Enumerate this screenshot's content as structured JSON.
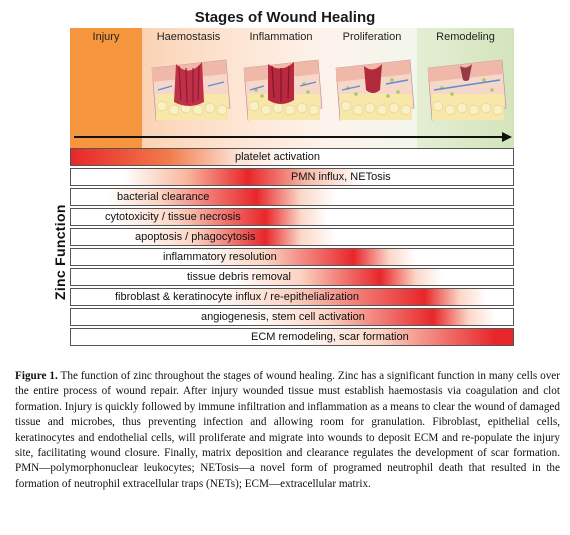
{
  "figure": {
    "title": "Stages of Wound Healing",
    "y_axis_label": "Zinc Function"
  },
  "stages": [
    {
      "label": "Injury"
    },
    {
      "label": "Haemostasis"
    },
    {
      "label": "Inflammation"
    },
    {
      "label": "Proliferation"
    },
    {
      "label": "Remodeling"
    }
  ],
  "functions": [
    {
      "label": "platelet activation"
    },
    {
      "label": "PMN influx, NETosis"
    },
    {
      "label": "bacterial clearance"
    },
    {
      "label": "cytotoxicity / tissue necrosis"
    },
    {
      "label": "apoptosis / phagocytosis"
    },
    {
      "label": "inflammatory resolution"
    },
    {
      "label": "tissue debris removal"
    },
    {
      "label": "fibroblast & keratinocyte influx / re-epithelialization"
    },
    {
      "label": "angiogenesis, stem cell activation"
    },
    {
      "label": "ECM remodeling, scar formation"
    }
  ],
  "colors": {
    "injury": "#f5963e",
    "bar_peak": "#e8262a",
    "remodeling": "#d3e4bb"
  },
  "caption": {
    "label": "Figure 1.",
    "text": "The function of zinc throughout the stages of wound healing. Zinc has a significant function in many cells over the entire process of wound repair. After injury wounded tissue must establish haemostasis via coagulation and clot formation. Injury is quickly followed by immune infiltration and inflammation as a means to clear the wound of damaged tissue and microbes, thus preventing infection and allowing room for granulation. Fibroblast, epithelial cells, keratinocytes and endothelial cells, will proliferate and migrate into wounds to deposit ECM and re-populate the injury site, facilitating wound closure. Finally, matrix deposition and clearance regulates the development of scar formation. PMN—polymorphonuclear leukocytes; NETosis—a novel form of programed neutrophil death that resulted in the formation of neutrophil extracellular traps (NETs); ECM—extracellular matrix."
  }
}
